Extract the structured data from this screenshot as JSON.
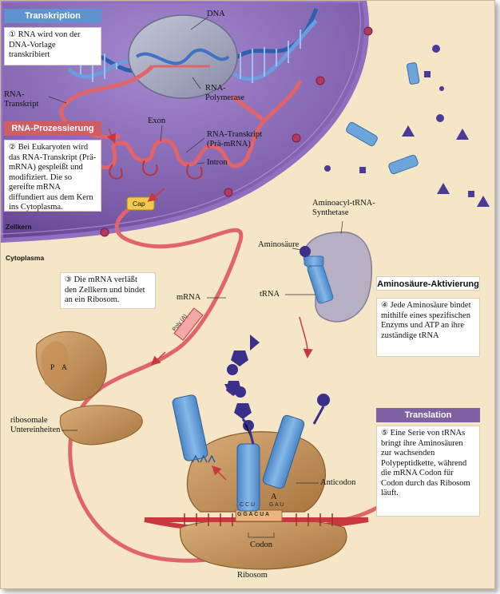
{
  "sections": {
    "transkription": {
      "title": "Transkription",
      "step_no": "①",
      "text": "RNA wird von der DNA-Vorlage transkribiert"
    },
    "rna_prozessierung": {
      "title": "RNA-Prozessierung",
      "step_no": "②",
      "text": "Bei Eukaryoten wird das RNA-Transkript (Prä-mRNA) gespleißt und modifiziert. Die so gereifte mRNA diffundiert aus dem Kern ins Cytoplasma."
    },
    "export": {
      "step_no": "③",
      "text": "Die mRNA verläßt den Zellkern und bindet an ein Ribosom."
    },
    "aktivierung": {
      "title": "Aminosäure-Aktivierung",
      "step_no": "④",
      "text": "Jede Aminosäure bindet mithilfe eines spezifischen Enzyms und ATP an ihre zuständige tRNA"
    },
    "translation": {
      "title": "Translation",
      "step_no": "⑤",
      "text": "Eine Serie von tRNAs bringt ihre Aminosäuren zur wachsenden Polypeptidkette, während die mRNA Codon für Codon durch das Ribosom läuft."
    }
  },
  "labels": {
    "dna": "DNA",
    "rna_transkript": "RNA-Transkript",
    "rna_polymerase": "RNA-Polymerase",
    "exon": "Exon",
    "pre_mrna": "RNA-Transkript (Prä-mRNA)",
    "intron": "Intron",
    "cap": "Cap",
    "zellkern": "Zellkern",
    "cytoplasma": "Cytoplasma",
    "synthetase": "Aminoacyl-tRNA-Synthetase",
    "aminosaeure": "Aminosäure",
    "trna": "tRNA",
    "mrna": "mRNA",
    "poly_a": "Poly (A)",
    "subunit_p": "P",
    "subunit_a": "A",
    "ribosomale_untereinheiten": "ribosomale Untereinheiten",
    "anticodon": "Anticodon",
    "codon": "Codon",
    "ribosom": "Ribosom",
    "site_a": "A",
    "codon_bases": "G G A C U A",
    "anticodon_left": "C C U",
    "anticodon_right": "G A U"
  },
  "colors": {
    "background": "#f4e6c6",
    "nucleus": "#7a5aa8",
    "rna": "#e0646a",
    "trna": "#5b9bd6",
    "ribosome": "#c99a66",
    "amino_acid": "#3b2f8c",
    "header_blue": "#5f93cf",
    "header_red": "#cf5d63",
    "header_purple": "#7d61a3"
  }
}
